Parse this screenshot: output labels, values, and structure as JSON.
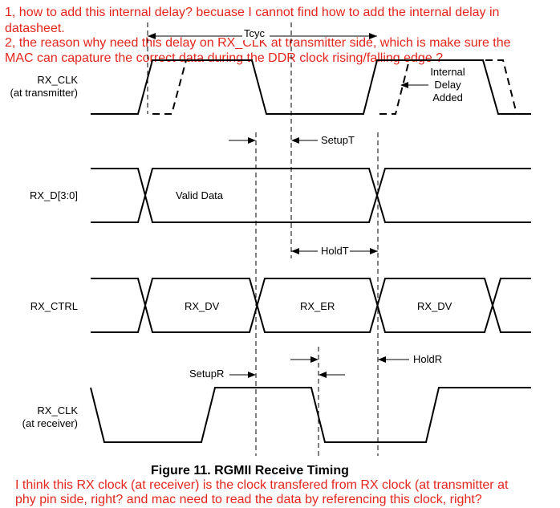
{
  "questions": {
    "q1_line1": "1, how to add this internal delay? becuase I cannot find how to add the internal delay in",
    "q1_line2": "datasheet.",
    "q2_line1": "2, the reason why need this delay on RX_CLK at transmitter side, which is make sure the",
    "q2_line2": "MAC can capature the correct data during the DDR clock rising/falling edge ?",
    "q3_line1": "I think this RX clock (at receiver) is the clock transfered from RX clock (at transmitter at",
    "q3_line2": "phy pin side, right? and mac need to read the data by referencing this clock, right?"
  },
  "signals": {
    "rx_clk_tx": "RX_CLK",
    "rx_clk_tx_sub": "(at transmitter)",
    "rx_d": "RX_D[3:0]",
    "rx_ctrl": "RX_CTRL",
    "rx_clk_rx": "RX_CLK",
    "rx_clk_rx_sub": "(at receiver)"
  },
  "annotations": {
    "tcyc": "Tcyc",
    "internal_delay_1": "Internal",
    "internal_delay_2": "Delay",
    "internal_delay_3": "Added",
    "setup_t": "SetupT",
    "valid_data": "Valid Data",
    "hold_t": "HoldT",
    "rx_dv_1": "RX_DV",
    "rx_er": "RX_ER",
    "rx_dv_2": "RX_DV",
    "hold_r": "HoldR",
    "setup_r": "SetupR"
  },
  "caption": "Figure 11.  RGMII Receive Timing"
}
